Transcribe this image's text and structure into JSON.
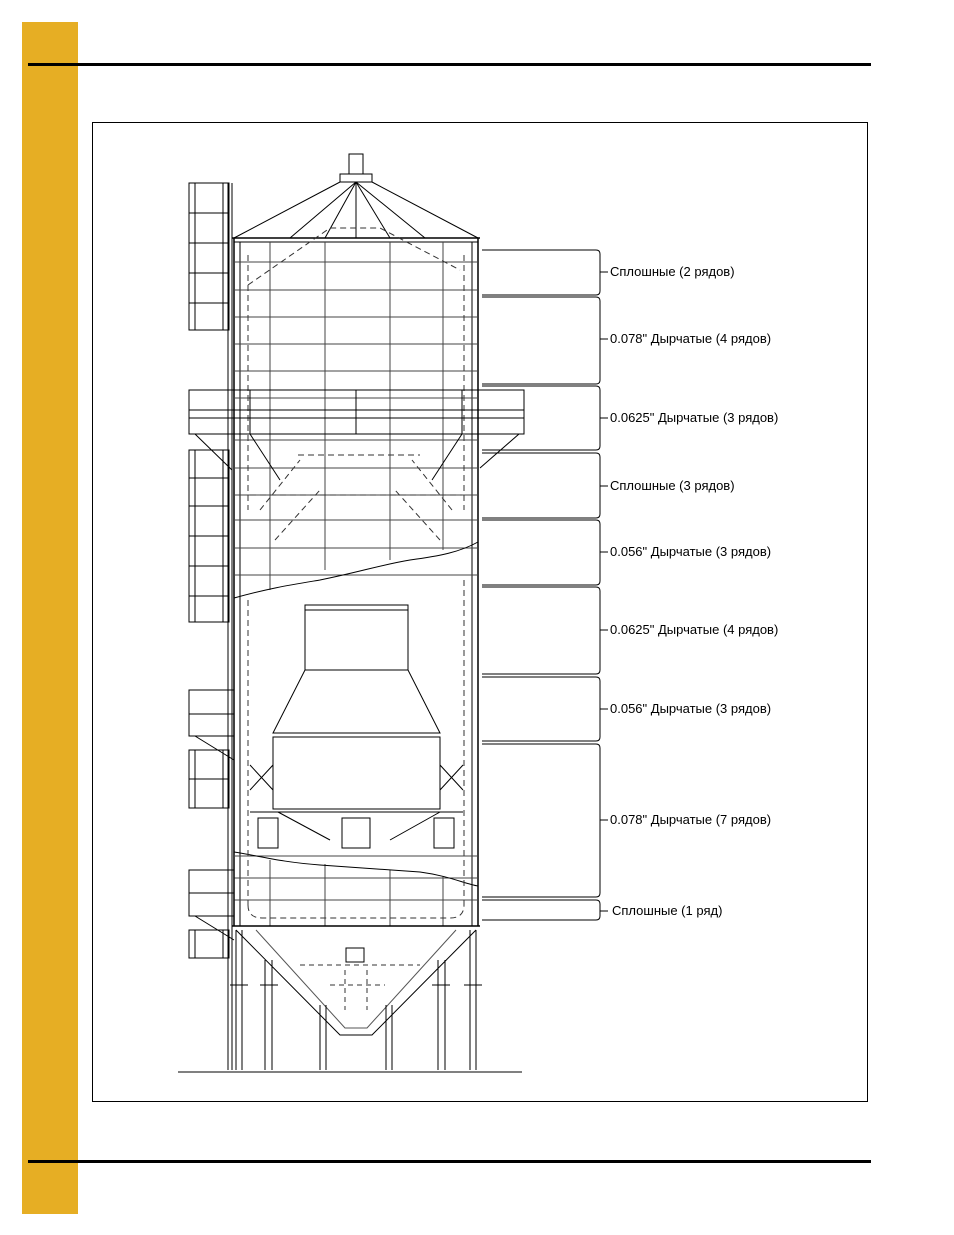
{
  "theme": {
    "accent": "#E6AE24",
    "line": "#000000"
  },
  "diagram": {
    "ring_labels": [
      {
        "text": "Сплошные (2 рядов)"
      },
      {
        "text": "0.078\" Дырчатые (4 рядов)"
      },
      {
        "text": "0.0625\" Дырчатые (3 рядов)"
      },
      {
        "text": "Сплошные (3 рядов)"
      },
      {
        "text": "0.056\" Дырчатые (3 рядов)"
      },
      {
        "text": "0.0625\" Дырчатые (4 рядов)"
      },
      {
        "text": "0.056\" Дырчатые (3 рядов)"
      },
      {
        "text": "0.078\" Дырчатые (7 рядов)"
      },
      {
        "text": "Сплошные (1 ряд)"
      }
    ]
  }
}
